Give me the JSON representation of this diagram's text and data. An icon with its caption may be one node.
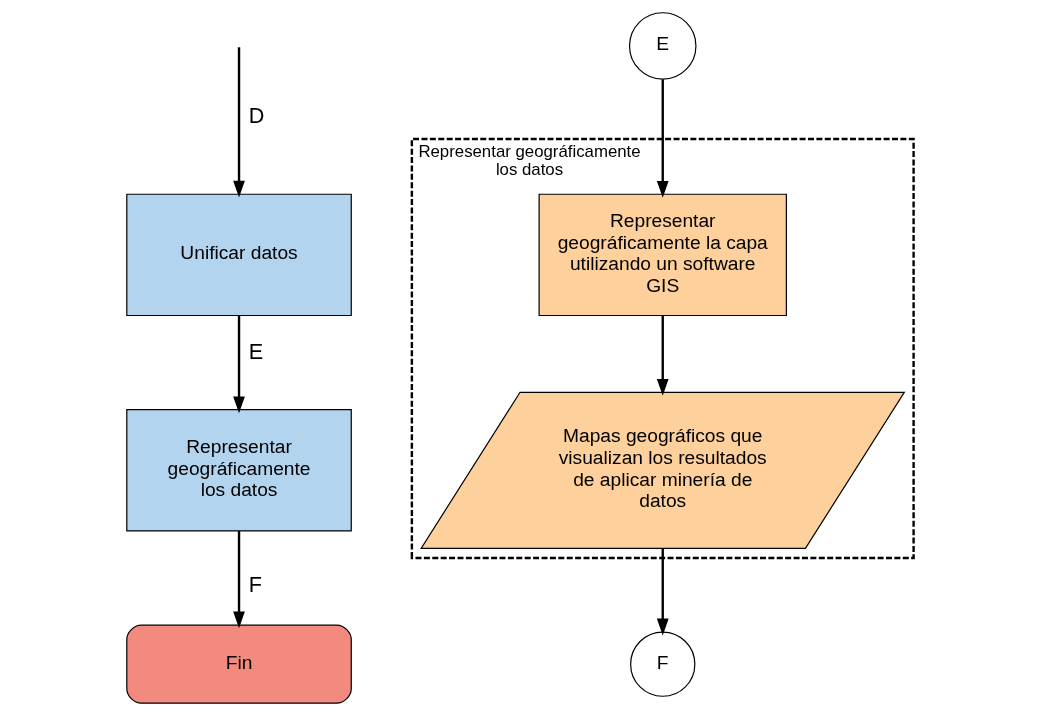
{
  "diagram": {
    "nodes": [
      {
        "text": [
          "Unificar datos"
        ]
      },
      {
        "text": [
          "Representar geográficamente los datos"
        ]
      },
      {
        "text": [
          "Fin"
        ]
      },
      {
        "text": [
          "E"
        ]
      },
      {
        "text": [
          "Representar geográficamente los datos"
        ]
      },
      {
        "text": [
          "Representar geográficamente la capa utilizando un software GIS"
        ],
        "in": 4
      },
      {
        "text": [
          "Mapas geográficos que visualizan los resultados de aplicar minería de datos"
        ],
        "in": 4
      },
      {
        "text": [
          "F"
        ]
      }
    ],
    "edges": [
      {
        "from": null,
        "to": 0,
        "arrow": "to",
        "label": "D"
      },
      {
        "from": 0,
        "to": 1,
        "arrow": "to",
        "label": "E"
      },
      {
        "from": 1,
        "to": 2,
        "arrow": "to",
        "label": "F"
      },
      {
        "from": 3,
        "to": 5,
        "arrow": "to"
      },
      {
        "from": 5,
        "to": 6,
        "arrow": "to"
      },
      {
        "from": 6,
        "to": 7,
        "arrow": "to"
      }
    ]
  }
}
